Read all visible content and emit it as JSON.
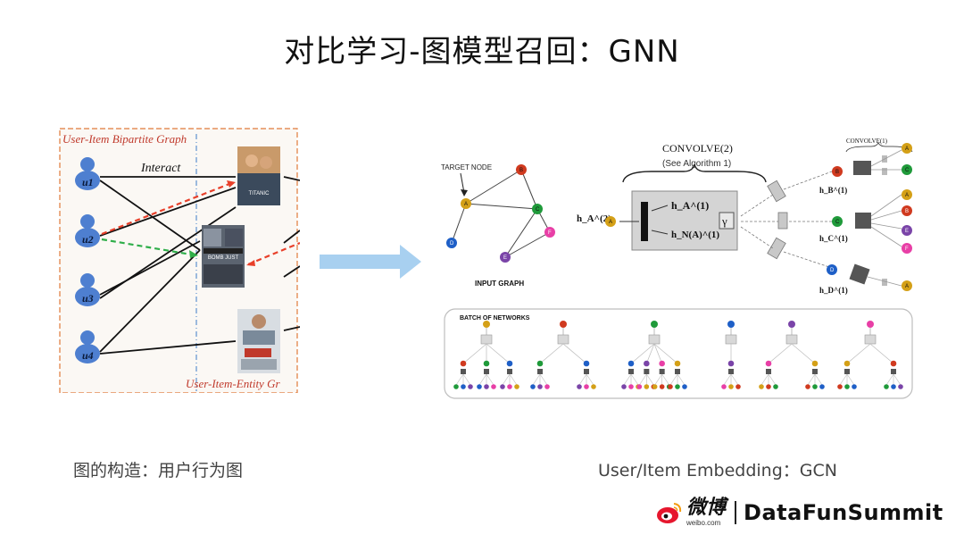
{
  "title": "对比学习-图模型召回：GNN",
  "left_caption": "图的构造：用户行为图",
  "right_caption": "User/Item Embedding：GCN",
  "bipartite": {
    "label": "User-Item Bipartite Graph",
    "entity_label": "User-Item-Entity Gr",
    "edge_label": "Interact",
    "users": [
      "u1",
      "u2",
      "u3",
      "u4"
    ],
    "items": [
      "TITANIC",
      "BOMB JUST",
      "",
      ""
    ]
  },
  "input_graph": {
    "target_label": "TARGET NODE",
    "caption": "INPUT GRAPH",
    "nodes": [
      "A",
      "B",
      "C",
      "D",
      "E",
      "F"
    ],
    "colors": {
      "A": "#d4a017",
      "B": "#d03a1f",
      "C": "#1f9a3a",
      "D": "#1e5fc7",
      "E": "#7a44a8",
      "F": "#e83fa6"
    }
  },
  "convolve": {
    "title": "CONVOLVE(2)",
    "subtitle": "(See Algorithm 1)",
    "hA2": "h_A^(2)",
    "hA1": "h_A^(1)",
    "hNA1": "h_N(A)^(1)",
    "gamma": "γ",
    "small_title": "CONVOLVE(1)",
    "hB1": "h_B^(1)",
    "hC1": "h_C^(1)",
    "hD1": "h_D^(1)"
  },
  "batch": {
    "label": "BATCH OF NETWORKS"
  },
  "footer": {
    "weibo": "微博",
    "weibo_url": "weibo.com",
    "brand": "DataFunSummit"
  }
}
